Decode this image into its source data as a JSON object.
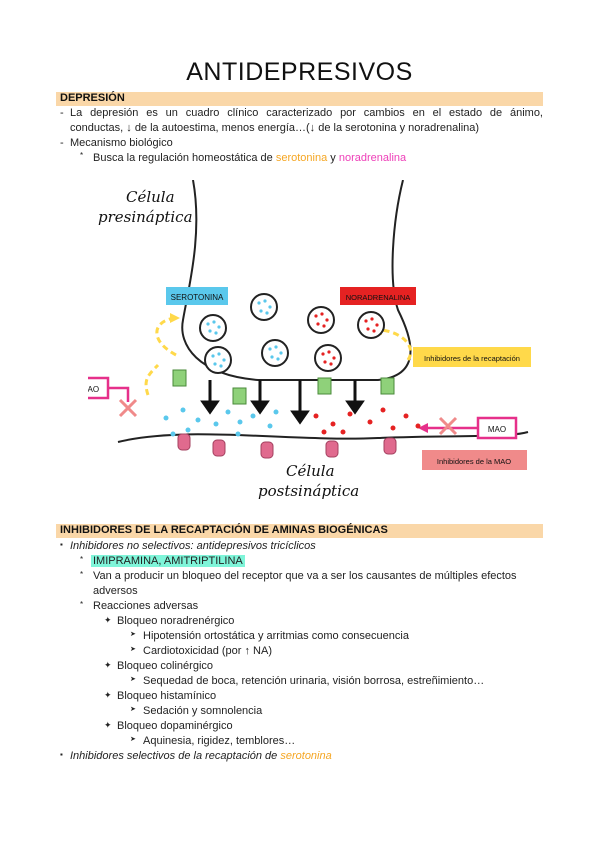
{
  "title": "ANTIDEPRESIVOS",
  "section1": {
    "heading": "DEPRESIÓN",
    "intro_line1": "La depresión es un cuadro clínico caracterizado por cambios en el estado de ánimo,",
    "intro_line2": "conductas, ↓ de la autoestima, menos energía…(↓ de la serotonina y noradrenalina)",
    "mechanism": "Mecanismo biológico",
    "regulation_prefix": "Busca la regulación homeostática de ",
    "regulation_serotonin": "serotonina",
    "regulation_and": " y ",
    "regulation_noradrenaline": "noradrenalina"
  },
  "diagram": {
    "pre_label_1": "Célula",
    "pre_label_2": "presináptica",
    "post_label_1": "Célula",
    "post_label_2": "postsináptica",
    "serotonin_tag": "SEROTONINA",
    "noradrenaline_tag": "NORADRENALINA",
    "reuptake_tag": "Inhibidores de la recaptación",
    "mao_left": "MAO",
    "mao_right": "MAO",
    "mao_inhibitors_tag": "Inhibidores de la MAO",
    "colors": {
      "serotonin": "#5ac8ec",
      "noradrenaline": "#e52222",
      "reuptake": "#ffd94a",
      "mao_box": "#e6308a",
      "mao_inhib": "#f08a8a",
      "transporter": "#8fd17a",
      "receptor": "#e06a8e"
    }
  },
  "section2": {
    "heading": "INHIBIDORES DE LA RECAPTACIÓN DE AMINAS BIOGÉNICAS",
    "nonselective": "Inhibidores no selectivos: antidepresivos tricíclicos",
    "drugs": "IMIPRAMINA, AMITRIPTILINA",
    "block_line1": "Van a producir un bloqueo del receptor que va a ser los causantes de múltiples efectos",
    "block_line2": "adversos",
    "adverse": "Reacciones adversas",
    "nor_block": "Bloqueo noradrenérgico",
    "nor_1": "Hipotensión ortostática y arritmias como consecuencia",
    "nor_2": "Cardiotoxicidad (por ↑ NA)",
    "col_block": "Bloqueo colinérgico",
    "col_1": "Sequedad de boca, retención urinaria, visión borrosa, estreñimiento…",
    "his_block": "Bloqueo histamínico",
    "his_1": "Sedación y somnolencia",
    "dop_block": "Bloqueo dopaminérgico",
    "dop_1": "Aquinesia, rigidez, temblores…",
    "selective_prefix": "Inhibidores selectivos de la recaptación de ",
    "selective_serotonin": "serotonina"
  }
}
